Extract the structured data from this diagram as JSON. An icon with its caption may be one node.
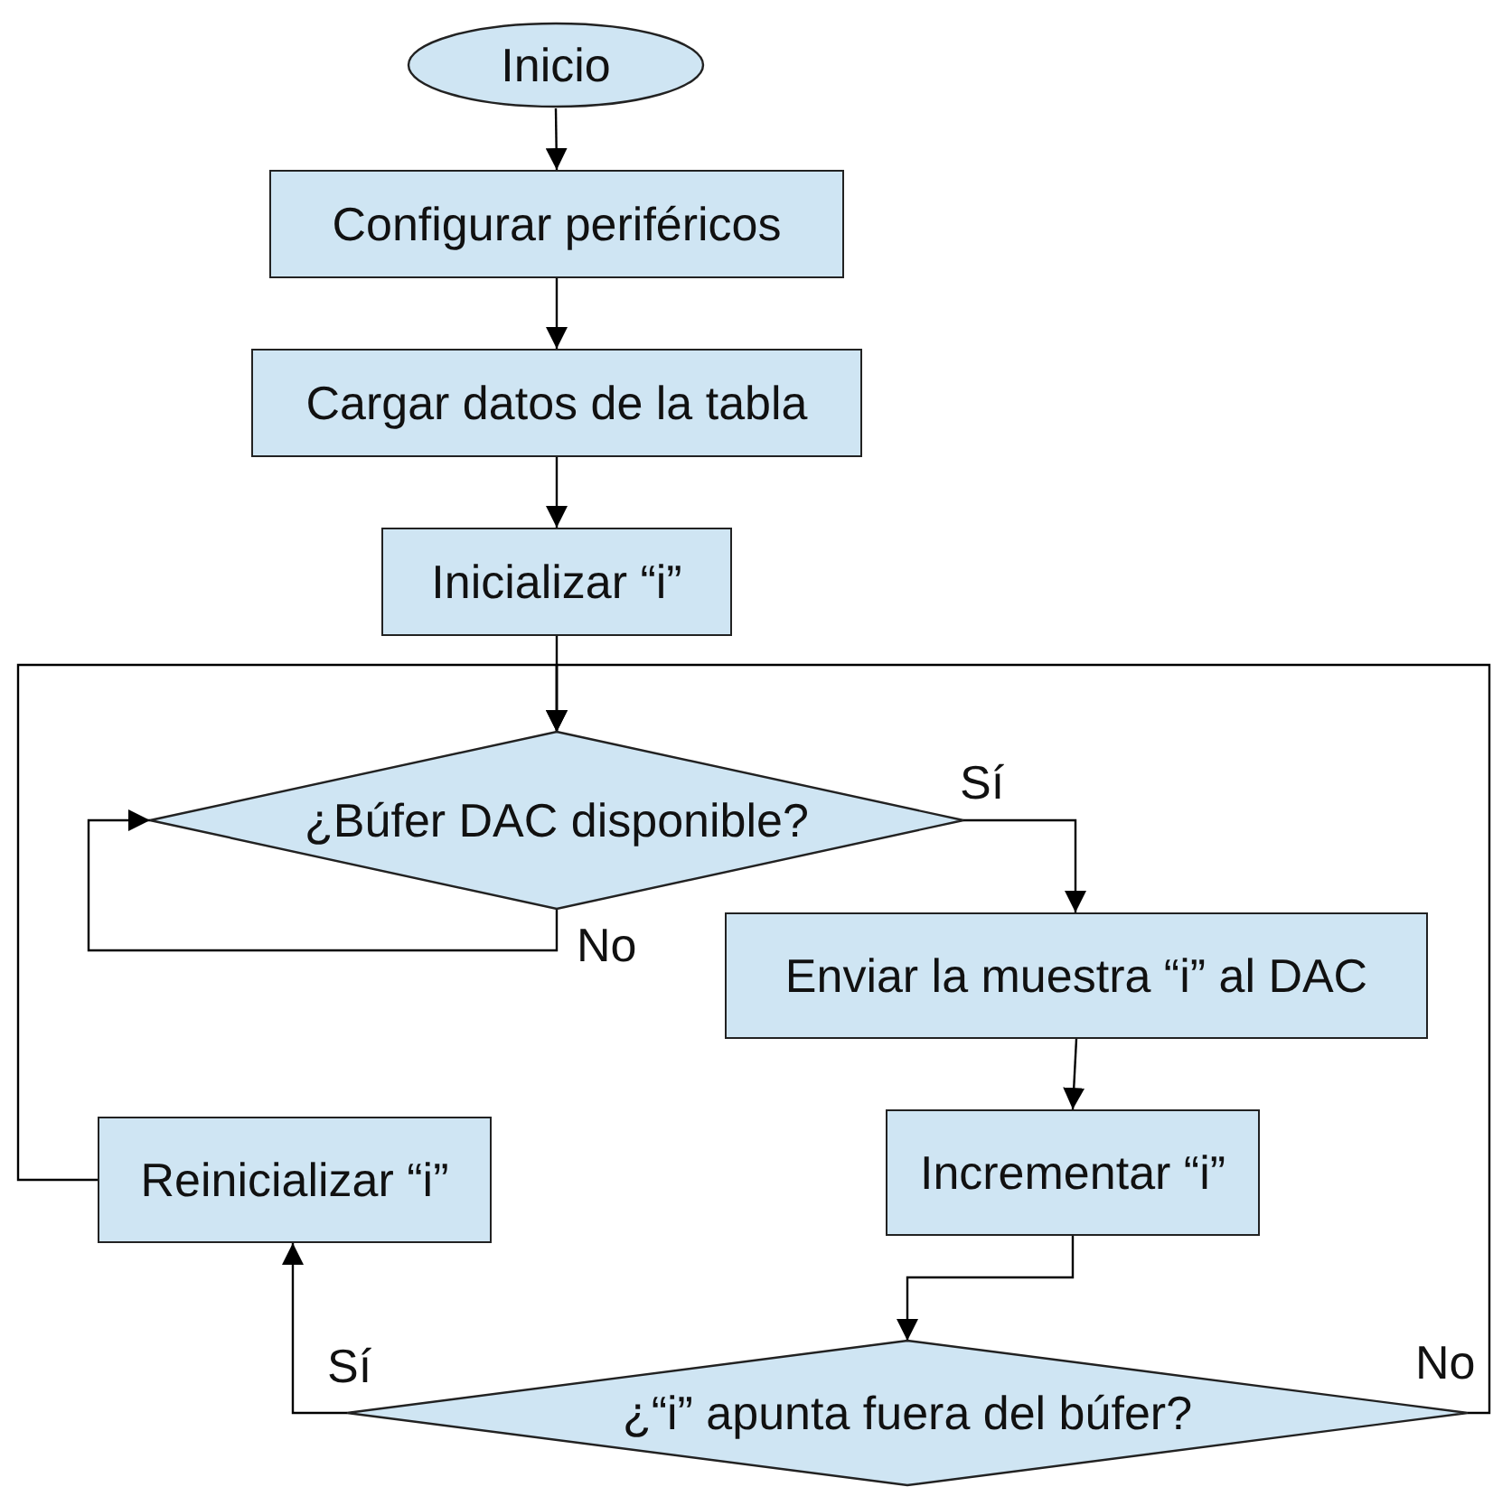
{
  "diagram": {
    "nodes": [
      {
        "text": [
          "Inicio"
        ]
      },
      {
        "text": [
          "Configurar periféricos"
        ]
      },
      {
        "text": [
          "Cargar datos de la tabla"
        ]
      },
      {
        "text": [
          "Inicializar “i”"
        ]
      },
      {
        "text": [
          "¿Búfer DAC disponible?"
        ]
      },
      {
        "text": [
          "Enviar la muestra “i” al DAC"
        ]
      },
      {
        "text": [
          "Incrementar “i”"
        ]
      },
      {
        "text": [
          "Reinicializar “i”"
        ]
      },
      {
        "text": [
          "¿“i” apunta fuera del búfer?"
        ]
      }
    ],
    "edges": [
      {
        "from": 0,
        "to": 1,
        "arrow": "to"
      },
      {
        "from": 1,
        "to": 2,
        "arrow": "to"
      },
      {
        "from": 2,
        "to": 3,
        "arrow": "to"
      },
      {
        "from": 3,
        "to": 4,
        "arrow": "to"
      },
      {
        "from": 4,
        "to": 4,
        "arrow": "to",
        "label": "No"
      },
      {
        "from": 4,
        "to": 5,
        "arrow": "to",
        "label": "Sí"
      },
      {
        "from": 5,
        "to": 6,
        "arrow": "to"
      },
      {
        "from": 6,
        "to": 8,
        "arrow": "to"
      },
      {
        "from": 8,
        "to": 7,
        "arrow": "to",
        "label": "Sí"
      },
      {
        "from": 7,
        "to": 4,
        "arrow": "to"
      },
      {
        "from": 8,
        "to": 4,
        "arrow": "to",
        "label": "No"
      }
    ]
  }
}
